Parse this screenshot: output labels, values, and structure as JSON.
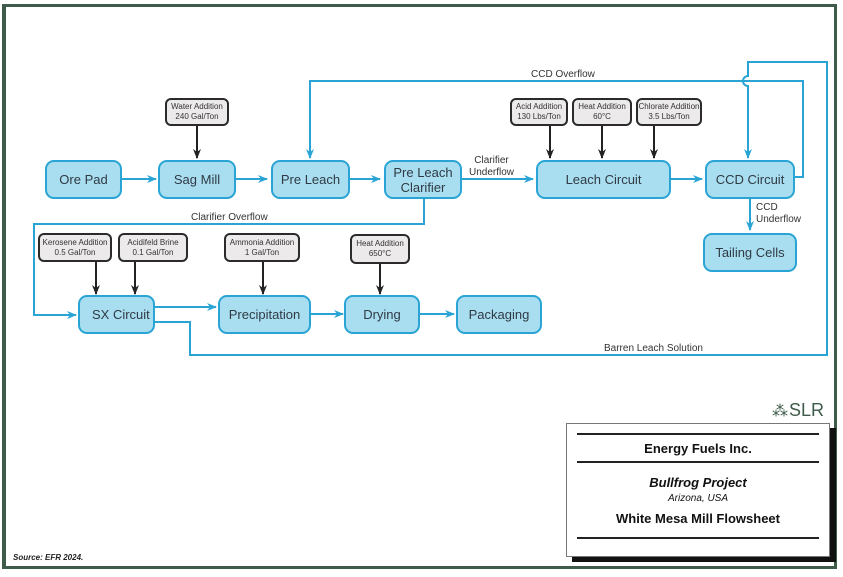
{
  "diagram": {
    "title": "White Mesa Mill Flowsheet",
    "colors": {
      "process_fill": "#a9def0",
      "process_border": "#2aa4d4",
      "flow_line": "#2aa4d4",
      "addition_fill": "#eceaea",
      "addition_border": "#2b2b2b",
      "frame": "#3f5b4a"
    },
    "nodes": {
      "ore_pad": "Ore Pad",
      "sag_mill": "Sag Mill",
      "pre_leach": "Pre Leach",
      "pre_leach_clarifier_line1": "Pre Leach",
      "pre_leach_clarifier_line2": "Clarifier",
      "leach_circuit": "Leach Circuit",
      "ccd_circuit": "CCD Circuit",
      "tailing_cells": "Tailing Cells",
      "sx_circuit": "SX Circuit",
      "precipitation": "Precipitation",
      "drying": "Drying",
      "packaging": "Packaging"
    },
    "additions": [
      {
        "name": "Water Addition",
        "value": "240 Gal/Ton"
      },
      {
        "name": "Acid Addition",
        "value": "130 Lbs/Ton"
      },
      {
        "name": "Heat Addition",
        "value": "60°C"
      },
      {
        "name": "Chlorate Addition",
        "value": "3.5 Lbs/Ton"
      },
      {
        "name": "Kerosene Addition",
        "value": "0.5 Gal/Ton"
      },
      {
        "name": "Acidifeld Brine",
        "value": "0.1 Gal/Ton"
      },
      {
        "name": "Ammonia Addition",
        "value": "1 Gal/Ton"
      },
      {
        "name": "Heat Addition",
        "value": "650°C"
      }
    ],
    "flow_labels": {
      "ccd_overflow": "CCD Overflow",
      "clarifier_underflow_line1": "Clarifier",
      "clarifier_underflow_line2": "Underflow",
      "clarifier_overflow": "Clarifier Overflow",
      "ccd_underflow_line1": "CCD",
      "ccd_underflow_line2": "Underflow",
      "barren_leach_solution": "Barren Leach Solution"
    }
  },
  "logo": {
    "mark": "⁂",
    "text": "SLR"
  },
  "title_block": {
    "company": "Energy Fuels Inc.",
    "project": "Bullfrog Project",
    "location": "Arizona, USA",
    "figure_title": "White Mesa Mill Flowsheet"
  },
  "source": "Source:  EFR 2024."
}
